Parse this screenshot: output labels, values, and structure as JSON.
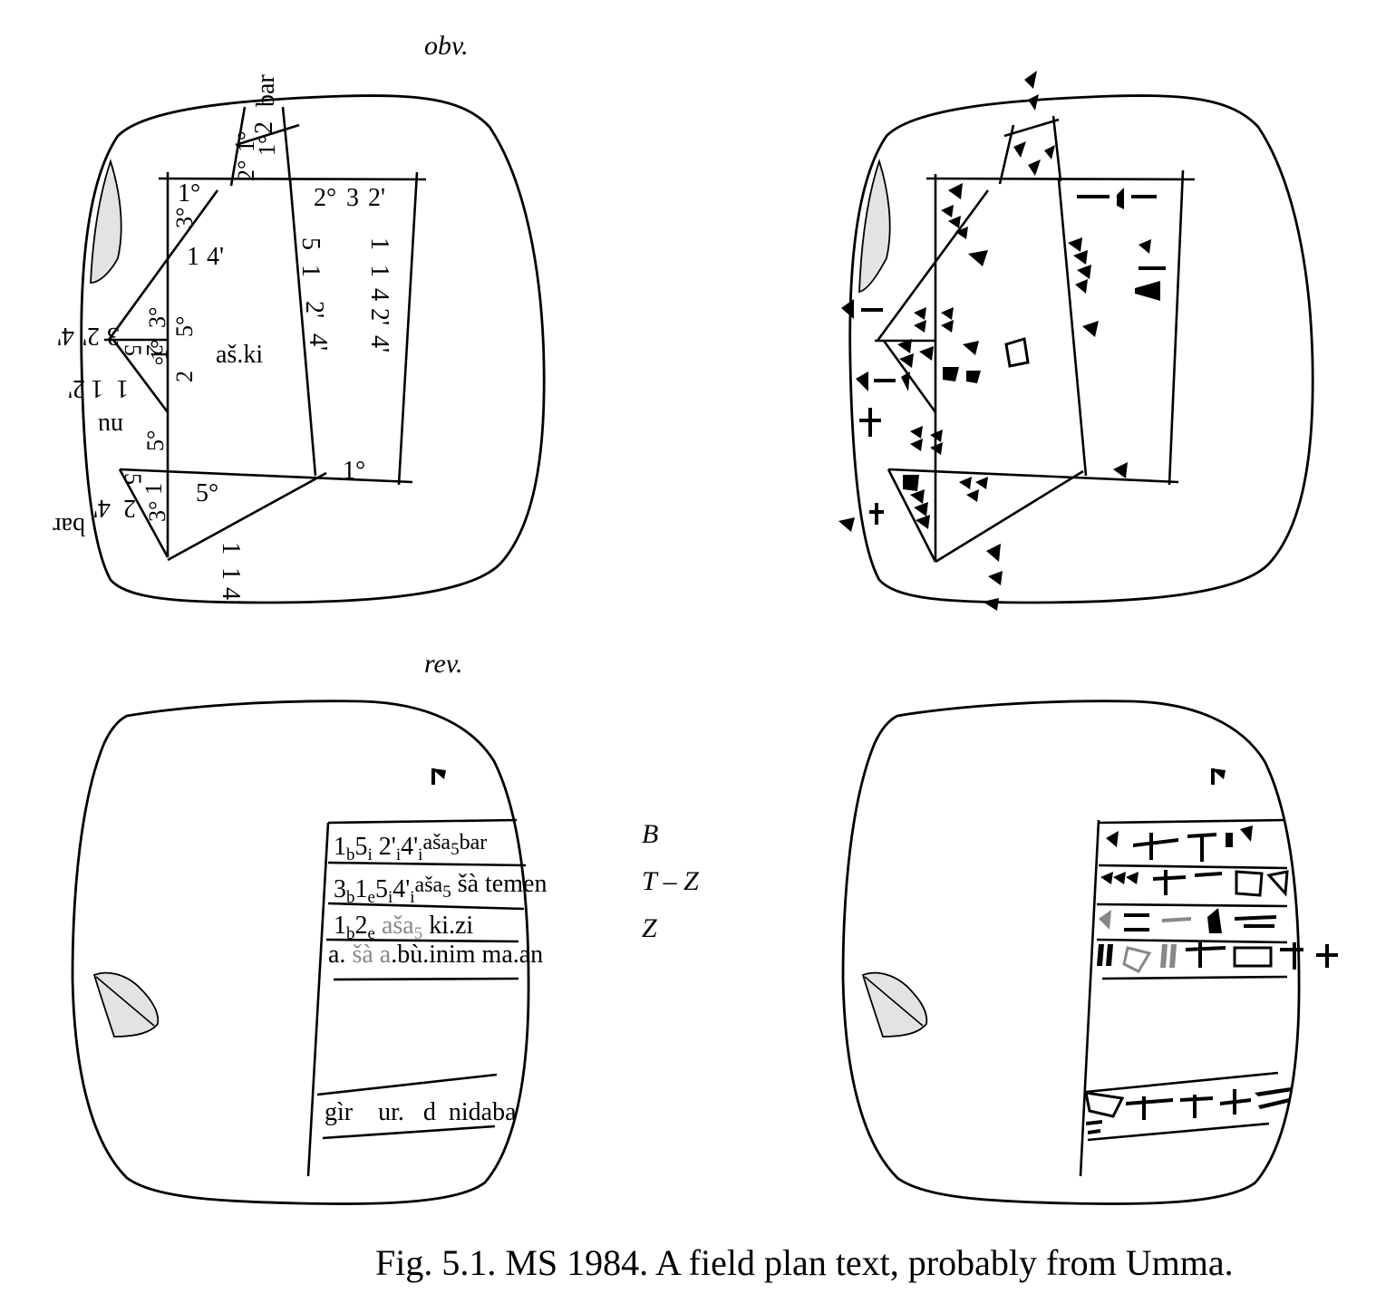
{
  "labels": {
    "obverse": "obv.",
    "reverse": "rev.",
    "caption": "Fig. 5.1. MS 1984. A field plan text, probably from Umma."
  },
  "obverse_transliteration": {
    "top_bar": "bar",
    "top_2i": "2",
    "top_deg1": "1°",
    "top_deg2": "2°",
    "top_deg1b": "1°",
    "north_2": "2°",
    "north_3": "3",
    "north_2p": "2'",
    "corner_1": "1°",
    "corner_3": "3°",
    "diag_label": "1",
    "diag_label_4": "4'",
    "left_3": "3°",
    "left_5": "5°",
    "left_2": "2",
    "tri_2": "2°",
    "tri_5": "5",
    "tri_1": "1°",
    "center": "aš.ki",
    "mid_5b": "5",
    "mid_1e": "1",
    "mid_2": "2'",
    "mid_4": "4'",
    "right_1b": "1",
    "right_1e": "1",
    "right_4": "4",
    "right_2": "2'",
    "right_4b": "4'",
    "outer_left_1": "3",
    "outer_left_2": "2'",
    "outer_left_3": "4'",
    "outer_left_4": "1",
    "outer_left_5": "1",
    "outer_left_6": "2'",
    "outer_left_nu": "nu",
    "low_5a": "5°",
    "low_1": "1°",
    "low_5b": "5°",
    "low_tri_1": "1",
    "low_tri_5": "5",
    "low_3": "3°",
    "low_2": "2",
    "low_4": "4'",
    "low_bar": "bar",
    "bottom_1e": "1",
    "bottom_1i": "1",
    "bottom_4": "4'"
  },
  "reverse_transliteration": {
    "line1": "1b5i 2'i4'i aša5 bar",
    "line2": "3b1e5i4'i aša5 šà temen",
    "line3_a": "1b2e",
    "line3_b": "aša5",
    "line3_c": "ki.zi",
    "line4_a": "a.",
    "line4_b": "šà a",
    "line4_c": ".bù.inim ma.an",
    "line5": "gìr    ur.   d  nidaba",
    "side_B": "B",
    "side_TZ": "T – Z",
    "side_Z": "Z"
  }
}
